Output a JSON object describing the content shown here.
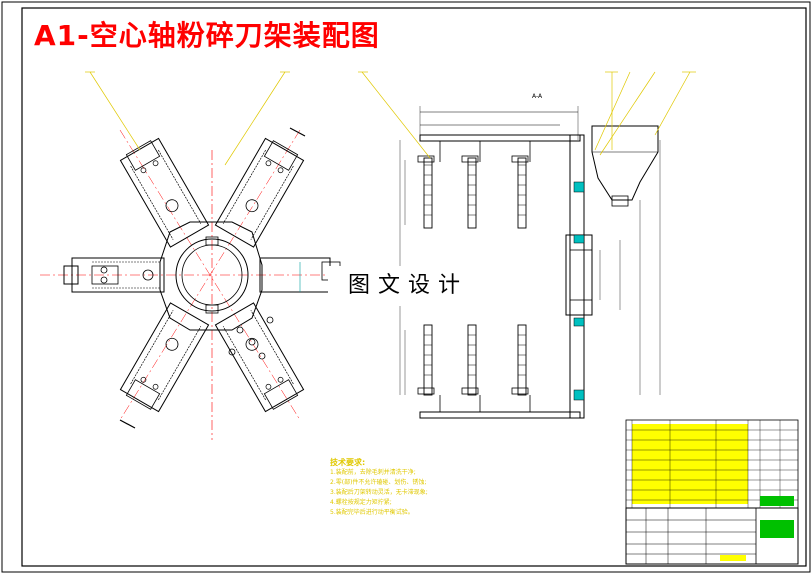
{
  "title": "A1-空心轴粉碎刀架装配图",
  "watermark": "图文设计",
  "section_label": "A-A",
  "notes": {
    "heading": "技术要求:",
    "lines": [
      "1.装配前，去除毛刺并清洗干净;",
      "2.零(部)件不允许磕碰、划伤、锈蚀;",
      "3.装配后刀架转动灵活，无卡滞现象;",
      "4.螺栓按规定力矩拧紧;",
      "5.装配完毕后进行动平衡试验。"
    ]
  },
  "colors": {
    "outline": "#000000",
    "leader": "#e0c800",
    "center": "#ff0000",
    "dimension": "#00a0a0",
    "table_fill": "#ffff00",
    "title_red": "#ff0000"
  }
}
